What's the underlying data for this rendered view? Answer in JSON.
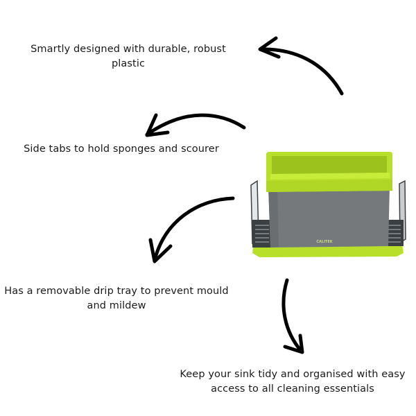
{
  "features": [
    {
      "id": "durable",
      "lines": [
        "Smartly designed with durable, robust",
        "plastic"
      ]
    },
    {
      "id": "side-tabs",
      "lines": [
        "Side tabs to hold sponges and scourer"
      ]
    },
    {
      "id": "drip-tray",
      "lines": [
        "Has a removable drip tray to prevent mould",
        "and mildew"
      ]
    },
    {
      "id": "tidy",
      "lines": [
        "Keep your sink tidy and organised with easy",
        "access to all cleaning essentials"
      ]
    }
  ],
  "product": {
    "name": "sink-caddy",
    "brand_label": "CALITEK",
    "colors": {
      "lime": "#b8e02a",
      "lime_dark": "#9cc21d",
      "body_gray": "#75797c",
      "tray_dark": "#3c3f42",
      "arrow": "#000000"
    }
  },
  "arrows": [
    {
      "id": "arrow-to-durable",
      "direction": "left"
    },
    {
      "id": "arrow-to-side-tabs",
      "direction": "left"
    },
    {
      "id": "arrow-to-drip-tray",
      "direction": "down-left"
    },
    {
      "id": "arrow-to-tidy",
      "direction": "down"
    }
  ]
}
